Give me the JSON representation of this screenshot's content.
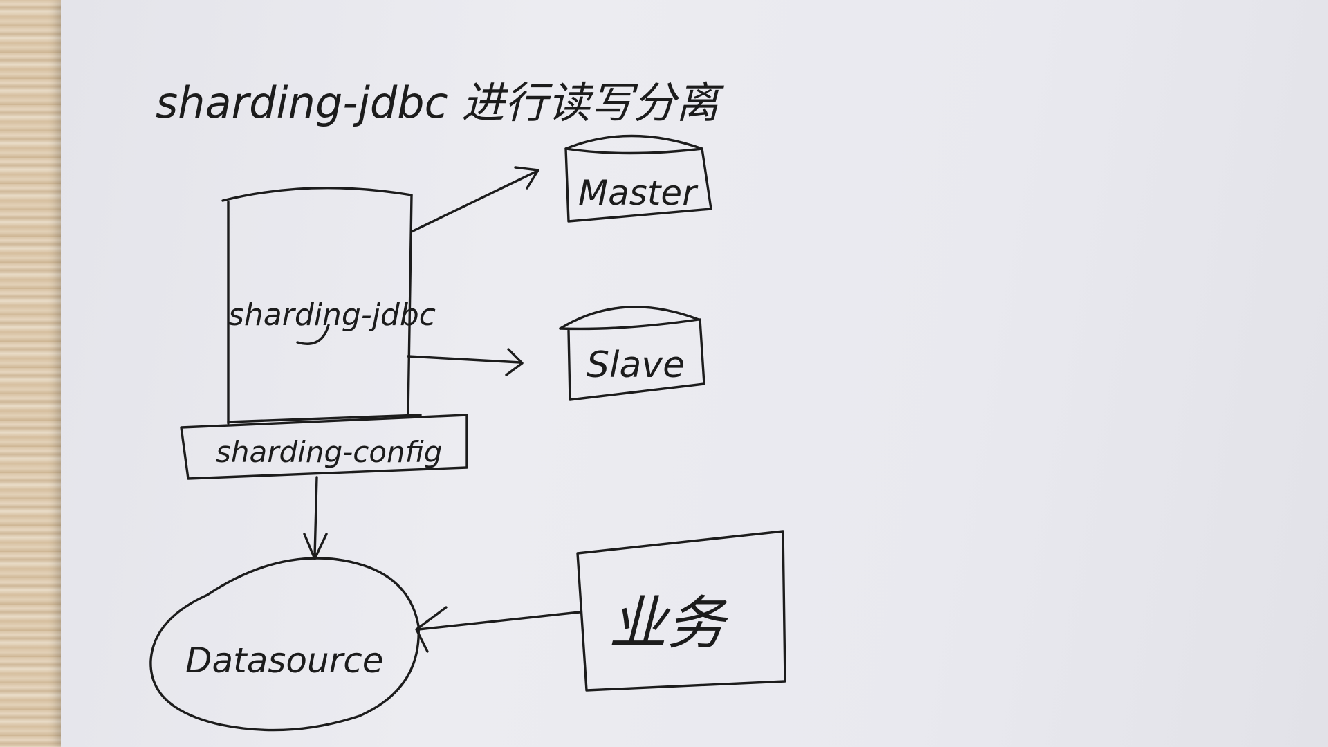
{
  "diagram": {
    "title": "sharding-jdbc 进行读写分离",
    "nodes": {
      "sharding_jdbc": "sharding-jdbc",
      "sharding_config": "sharding-config",
      "master": "Master",
      "slave": "Slave",
      "datasource": "Datasource",
      "business": "业务"
    },
    "edges": [
      {
        "from": "sharding-jdbc",
        "to": "Master"
      },
      {
        "from": "sharding-jdbc",
        "to": "Slave"
      },
      {
        "from": "sharding-config",
        "to": "Datasource"
      },
      {
        "from": "业务",
        "to": "Datasource"
      }
    ]
  }
}
